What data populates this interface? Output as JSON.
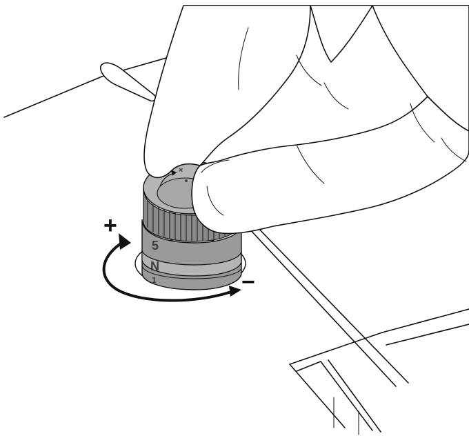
{
  "diagram": {
    "labels": {
      "plus": "+",
      "minus": "−",
      "knob_marks": {
        "top_symbol": "+",
        "scale_5": "5",
        "scale_n": "N",
        "scale_1": "1"
      }
    },
    "colors": {
      "line": "#111111",
      "knob_light": "#b5b5b5",
      "knob_mid": "#9a9a9a",
      "knob_dark": "#6e6e6e",
      "arrow": "#111111",
      "background": "#ffffff"
    }
  }
}
